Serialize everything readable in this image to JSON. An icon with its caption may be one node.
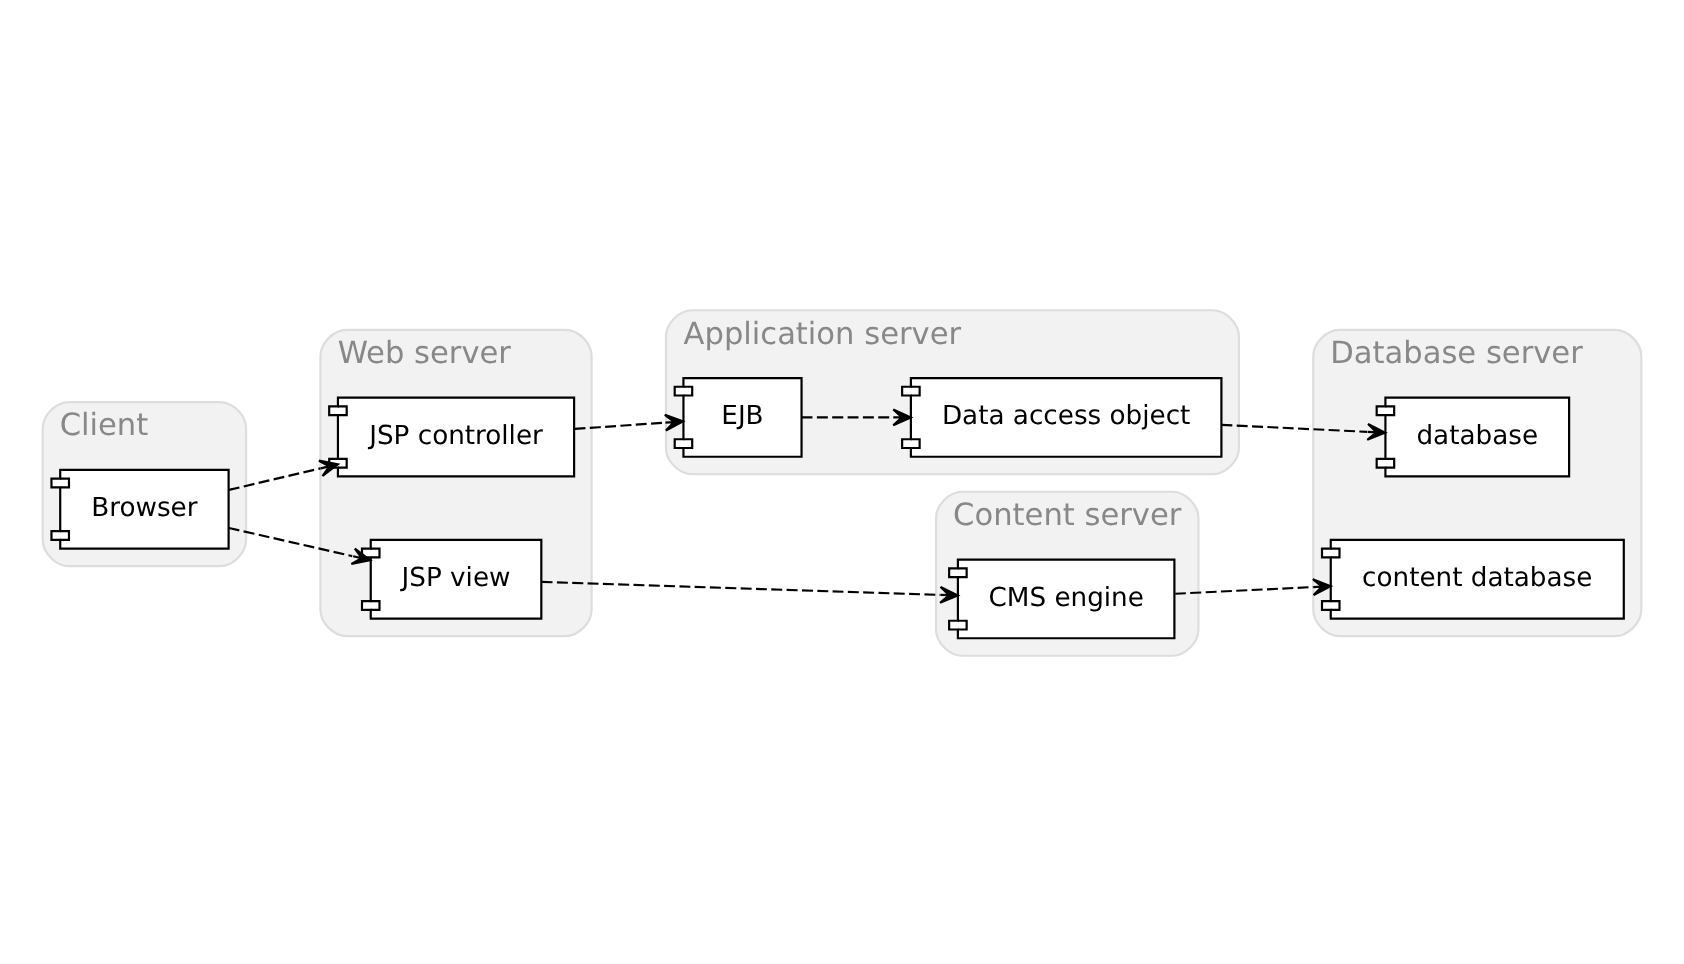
{
  "diagram": {
    "nodes": [
      {
        "text": [
          "Client"
        ]
      },
      {
        "text": [
          "Browser"
        ],
        "in": 0
      },
      {
        "text": [
          "Web server"
        ]
      },
      {
        "text": [
          "JSP view"
        ],
        "in": 2
      },
      {
        "text": [
          "JSP controller"
        ],
        "in": 2
      },
      {
        "text": [
          "Content server"
        ]
      },
      {
        "text": [
          "CMS engine"
        ],
        "in": 5
      },
      {
        "text": [
          "Database server"
        ]
      },
      {
        "text": [
          "content database"
        ],
        "in": 7
      },
      {
        "text": [
          "database"
        ],
        "in": 7
      },
      {
        "text": [
          "Application server"
        ]
      },
      {
        "text": [
          "EJB"
        ],
        "in": 10
      },
      {
        "text": [
          "Data access object"
        ],
        "in": 10
      }
    ],
    "edges": [
      {
        "from": 1,
        "to": 3,
        "arrow": "to",
        "style": "dashed"
      },
      {
        "from": 1,
        "to": 4,
        "arrow": "to",
        "style": "dashed"
      },
      {
        "from": 3,
        "to": 6,
        "arrow": "to",
        "style": "dashed"
      },
      {
        "from": 6,
        "to": 8,
        "arrow": "to",
        "style": "dashed"
      },
      {
        "from": 4,
        "to": 11,
        "arrow": "to",
        "style": "dashed"
      },
      {
        "from": 11,
        "to": 12,
        "arrow": "to",
        "style": "dashed"
      },
      {
        "from": 12,
        "to": 9,
        "arrow": "to",
        "style": "dashed"
      }
    ]
  }
}
